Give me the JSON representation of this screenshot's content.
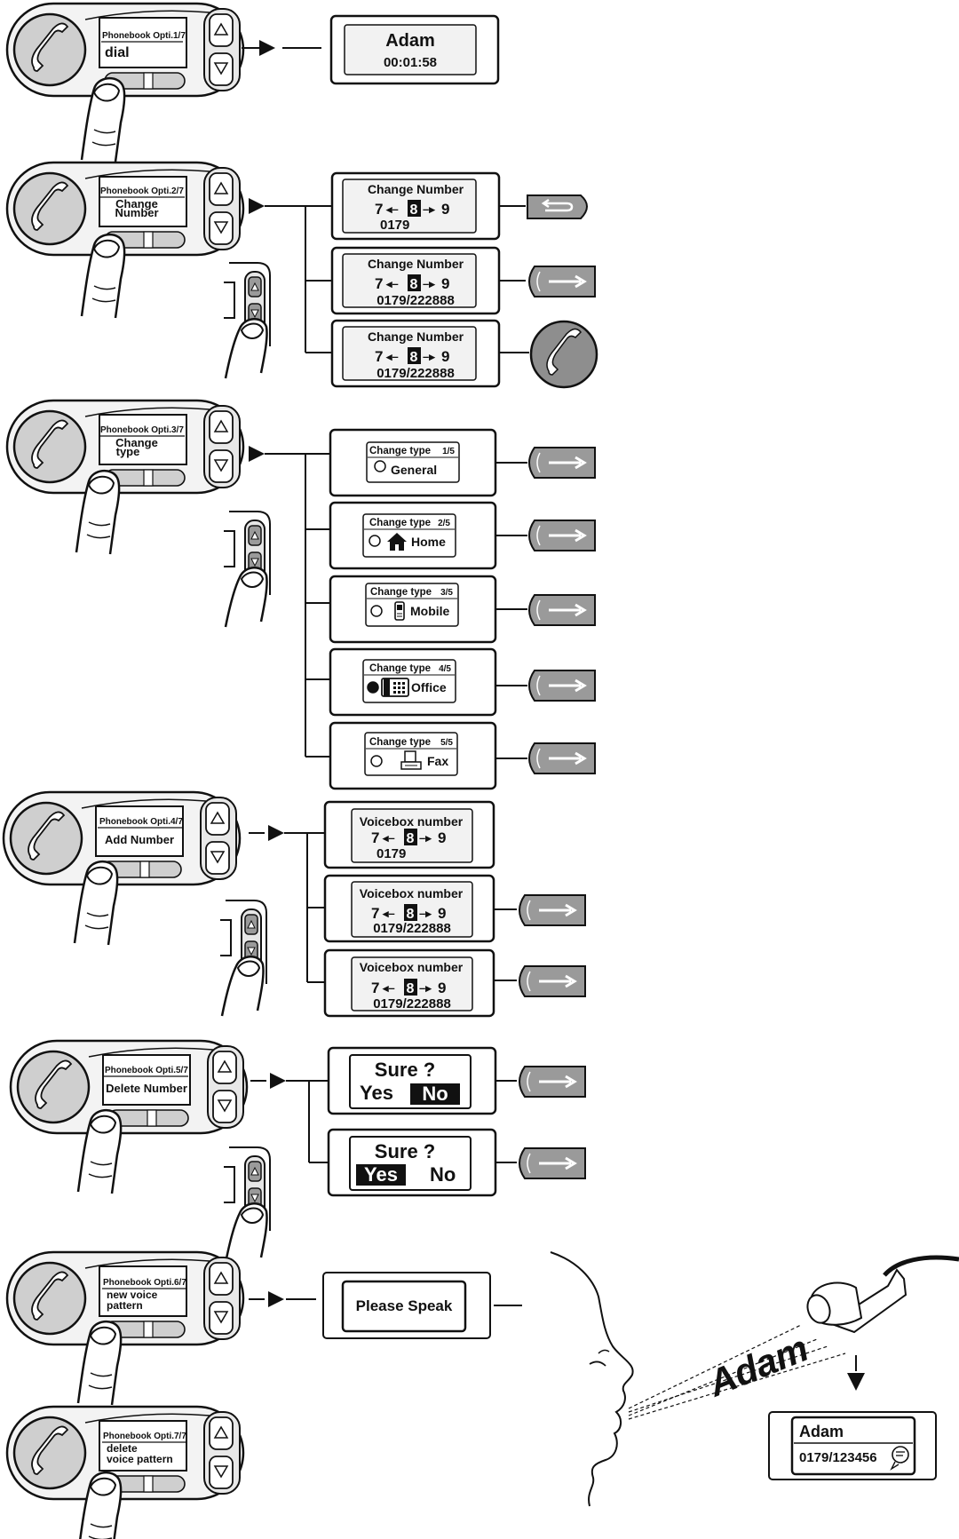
{
  "menus": [
    {
      "header": "Phonebook Opti.1/7",
      "lines": [
        "dial"
      ]
    },
    {
      "header": "Phonebook Opti.2/7",
      "lines": [
        "Change",
        "Number"
      ]
    },
    {
      "header": "Phonebook Opti.3/7",
      "lines": [
        "Change",
        "type"
      ]
    },
    {
      "header": "Phonebook Opti.4/7",
      "lines": [
        "Add Number"
      ]
    },
    {
      "header": "Phonebook Opti.5/7",
      "lines": [
        "Delete Number"
      ]
    },
    {
      "header": "Phonebook Opti.6/7",
      "lines": [
        "new voice",
        "pattern"
      ]
    },
    {
      "header": "Phonebook Opti.7/7",
      "lines": [
        "delete",
        "voice pattern"
      ]
    }
  ],
  "call": {
    "name": "Adam",
    "time": "00:01:58"
  },
  "change_number": {
    "title": "Change Number",
    "digits": {
      "left": "7",
      "selected": "8",
      "right": "9"
    },
    "numbers": [
      "0179",
      "0179/222888",
      "0179/222888"
    ]
  },
  "change_type": [
    {
      "title": "Change type",
      "index": "1/5",
      "label": "General",
      "selected": false,
      "icon": "none"
    },
    {
      "title": "Change type",
      "index": "2/5",
      "label": "Home",
      "selected": false,
      "icon": "house-icon"
    },
    {
      "title": "Change type",
      "index": "3/5",
      "label": "Mobile",
      "selected": false,
      "icon": "mobile-phone-icon"
    },
    {
      "title": "Change type",
      "index": "4/5",
      "label": "Office",
      "selected": true,
      "icon": "office-phone-icon"
    },
    {
      "title": "Change type",
      "index": "5/5",
      "label": "Fax",
      "selected": false,
      "icon": "fax-icon"
    }
  ],
  "voicebox": {
    "title": "Voicebox number",
    "digits": {
      "left": "7",
      "selected": "8",
      "right": "9"
    },
    "numbers": [
      "0179",
      "0179/222888",
      "0179/222888"
    ]
  },
  "confirm": {
    "question": "Sure ?",
    "yes": "Yes",
    "no": "No",
    "highlighted": [
      "No",
      "Yes"
    ]
  },
  "speak": {
    "prompt": "Please Speak",
    "spoken_word": "Adam"
  },
  "result": {
    "name": "Adam",
    "number": "0179/123456"
  },
  "icons": [
    "handset-icon",
    "up-arrow-icon",
    "down-arrow-icon",
    "back-button-icon",
    "forward-button-icon",
    "finger-icon",
    "microphone-icon",
    "speech-bubble-icon"
  ],
  "colors": {
    "line": "#111111",
    "device": "#f4f4f4",
    "device_inner": "#d8d8d8",
    "button_fill": "#9a9a9a",
    "screen": "#ffffff",
    "highlight": "#111111"
  }
}
